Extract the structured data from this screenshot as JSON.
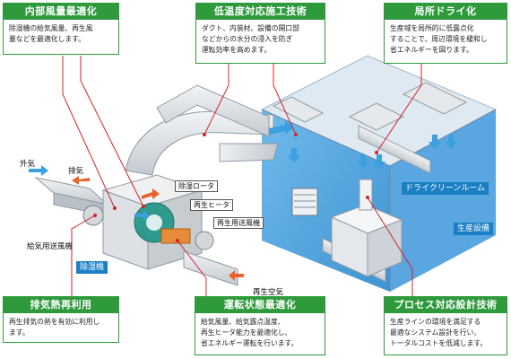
{
  "callouts": {
    "top_left": {
      "title": "内部風量最適化",
      "body": "除湿機の給気風量、再生風\n量などを最適化します。"
    },
    "top_center": {
      "title": "低温度対応施工技術",
      "body": "ダクト、内装材、設備の開口部\nなどからの水分の浸入を防ぎ\n運転効率を高めます。"
    },
    "top_right": {
      "title": "局所ドライ化",
      "body": "生産域を局所的に低露点化\nすることで、周辺環境を緩和し\n省エネルギーを図ります。"
    },
    "bottom_left": {
      "title": "排気熱再利用",
      "body": "再生排気の熱を有効に利用し\nます。"
    },
    "bottom_center": {
      "title": "運転状態最適化",
      "body": "給気風量、給気露点温度、\n再生ヒータ能力を最適化し、\n省エネルギー運転を行います。"
    },
    "bottom_right": {
      "title": "プロセス対応設計技術",
      "body": "生産ラインの環境を満足する\n最適なシステム設計を行い、\nトータルコストを低減します。"
    }
  },
  "labels": {
    "outside_air": "外気",
    "exhaust": "排気",
    "rotor": "除湿ロータ",
    "regen_heater": "再生ヒータ",
    "regen_fan": "再生用送風機",
    "supply_fan": "給気用送風機",
    "dehumidifier": "除湿機",
    "regen_air": "再生空気",
    "dry_clean_room": "ドライクリーンルーム",
    "production_equipment": "生産設備"
  },
  "colors": {
    "accent_green": "#2e9a3c",
    "room_blue": "#2b8fd6",
    "label_blue": "#1b7fc4",
    "arrow_orange": "#e8612c",
    "leader_red": "#d2232a"
  }
}
